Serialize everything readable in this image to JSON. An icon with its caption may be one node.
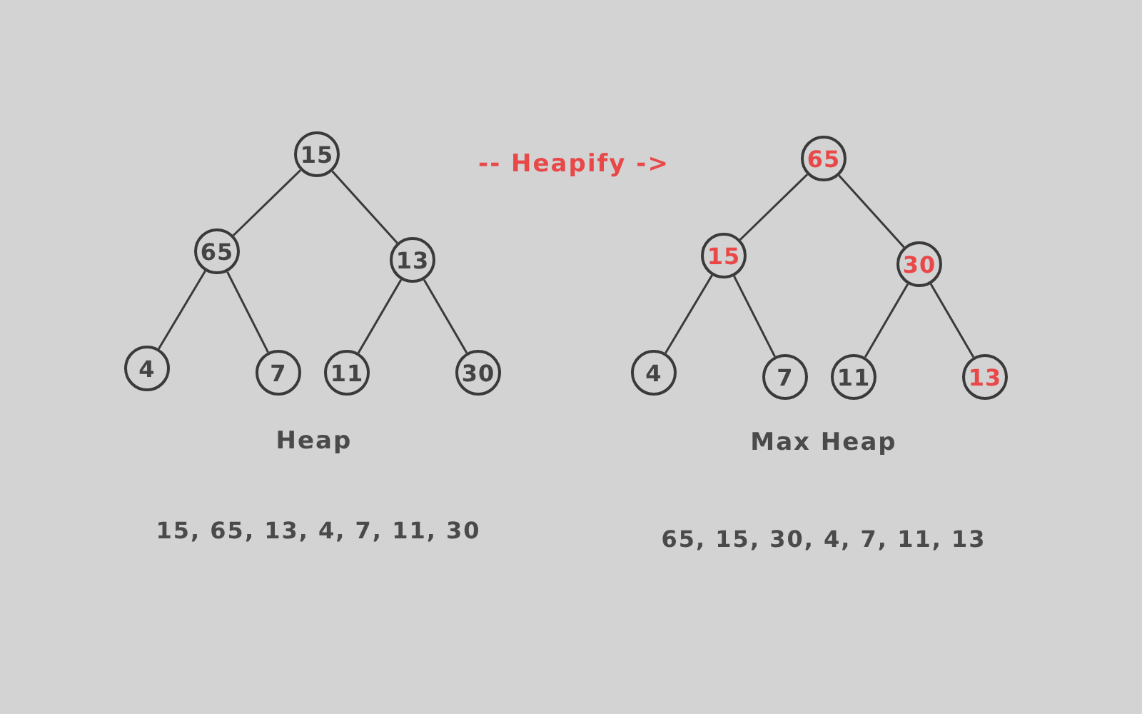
{
  "diagram": {
    "nodes": [
      {
        "text": [
          "15"
        ]
      },
      {
        "text": [
          "65"
        ]
      },
      {
        "text": [
          "13"
        ]
      },
      {
        "text": [
          "4"
        ]
      },
      {
        "text": [
          "7"
        ]
      },
      {
        "text": [
          "11"
        ]
      },
      {
        "text": [
          "30"
        ]
      },
      {
        "text": [
          "65"
        ]
      },
      {
        "text": [
          "15"
        ]
      },
      {
        "text": [
          "30"
        ]
      },
      {
        "text": [
          "4"
        ]
      },
      {
        "text": [
          "7"
        ]
      },
      {
        "text": [
          "11"
        ]
      },
      {
        "text": [
          "13"
        ]
      }
    ],
    "edges": [
      {
        "from": 0,
        "to": 1,
        "arrow": "none"
      },
      {
        "from": 0,
        "to": 2,
        "arrow": "none"
      },
      {
        "from": 1,
        "to": 3,
        "arrow": "none"
      },
      {
        "from": 1,
        "to": 4,
        "arrow": "none"
      },
      {
        "from": 2,
        "to": 5,
        "arrow": "none"
      },
      {
        "from": 2,
        "to": 6,
        "arrow": "none"
      },
      {
        "from": 7,
        "to": 8,
        "arrow": "none"
      },
      {
        "from": 7,
        "to": 9,
        "arrow": "none"
      },
      {
        "from": 8,
        "to": 10,
        "arrow": "none"
      },
      {
        "from": 8,
        "to": 11,
        "arrow": "none"
      },
      {
        "from": 9,
        "to": 12,
        "arrow": "none"
      },
      {
        "from": 9,
        "to": 13,
        "arrow": "none"
      }
    ],
    "labels": [
      "-- Heapify ->",
      "Heap",
      "Max Heap",
      "15, 65, 13, 4, 7, 11, 30",
      "65, 15, 30, 4, 7, 11, 13"
    ]
  }
}
